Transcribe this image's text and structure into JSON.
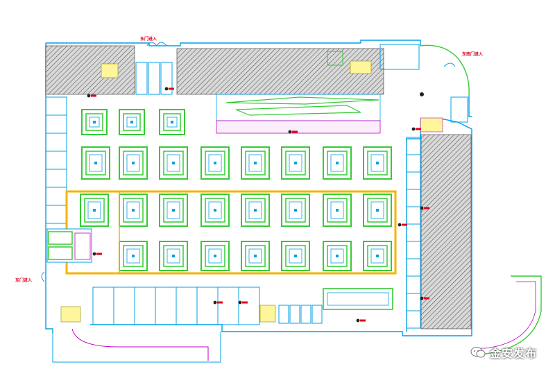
{
  "plan": {
    "labels": {
      "north_entrance": "东门进入",
      "east_entrance": "东南门进入",
      "west_entrance": "东门进入"
    },
    "colors": {
      "wall": "#00a0e6",
      "kiosk": "#33cc33",
      "accent": "#f5b400",
      "red": "#e0001b",
      "magenta": "#c000c0",
      "hatch": "#555555"
    }
  },
  "watermark": {
    "icon": "wechat-icon",
    "text": "金安发布"
  }
}
